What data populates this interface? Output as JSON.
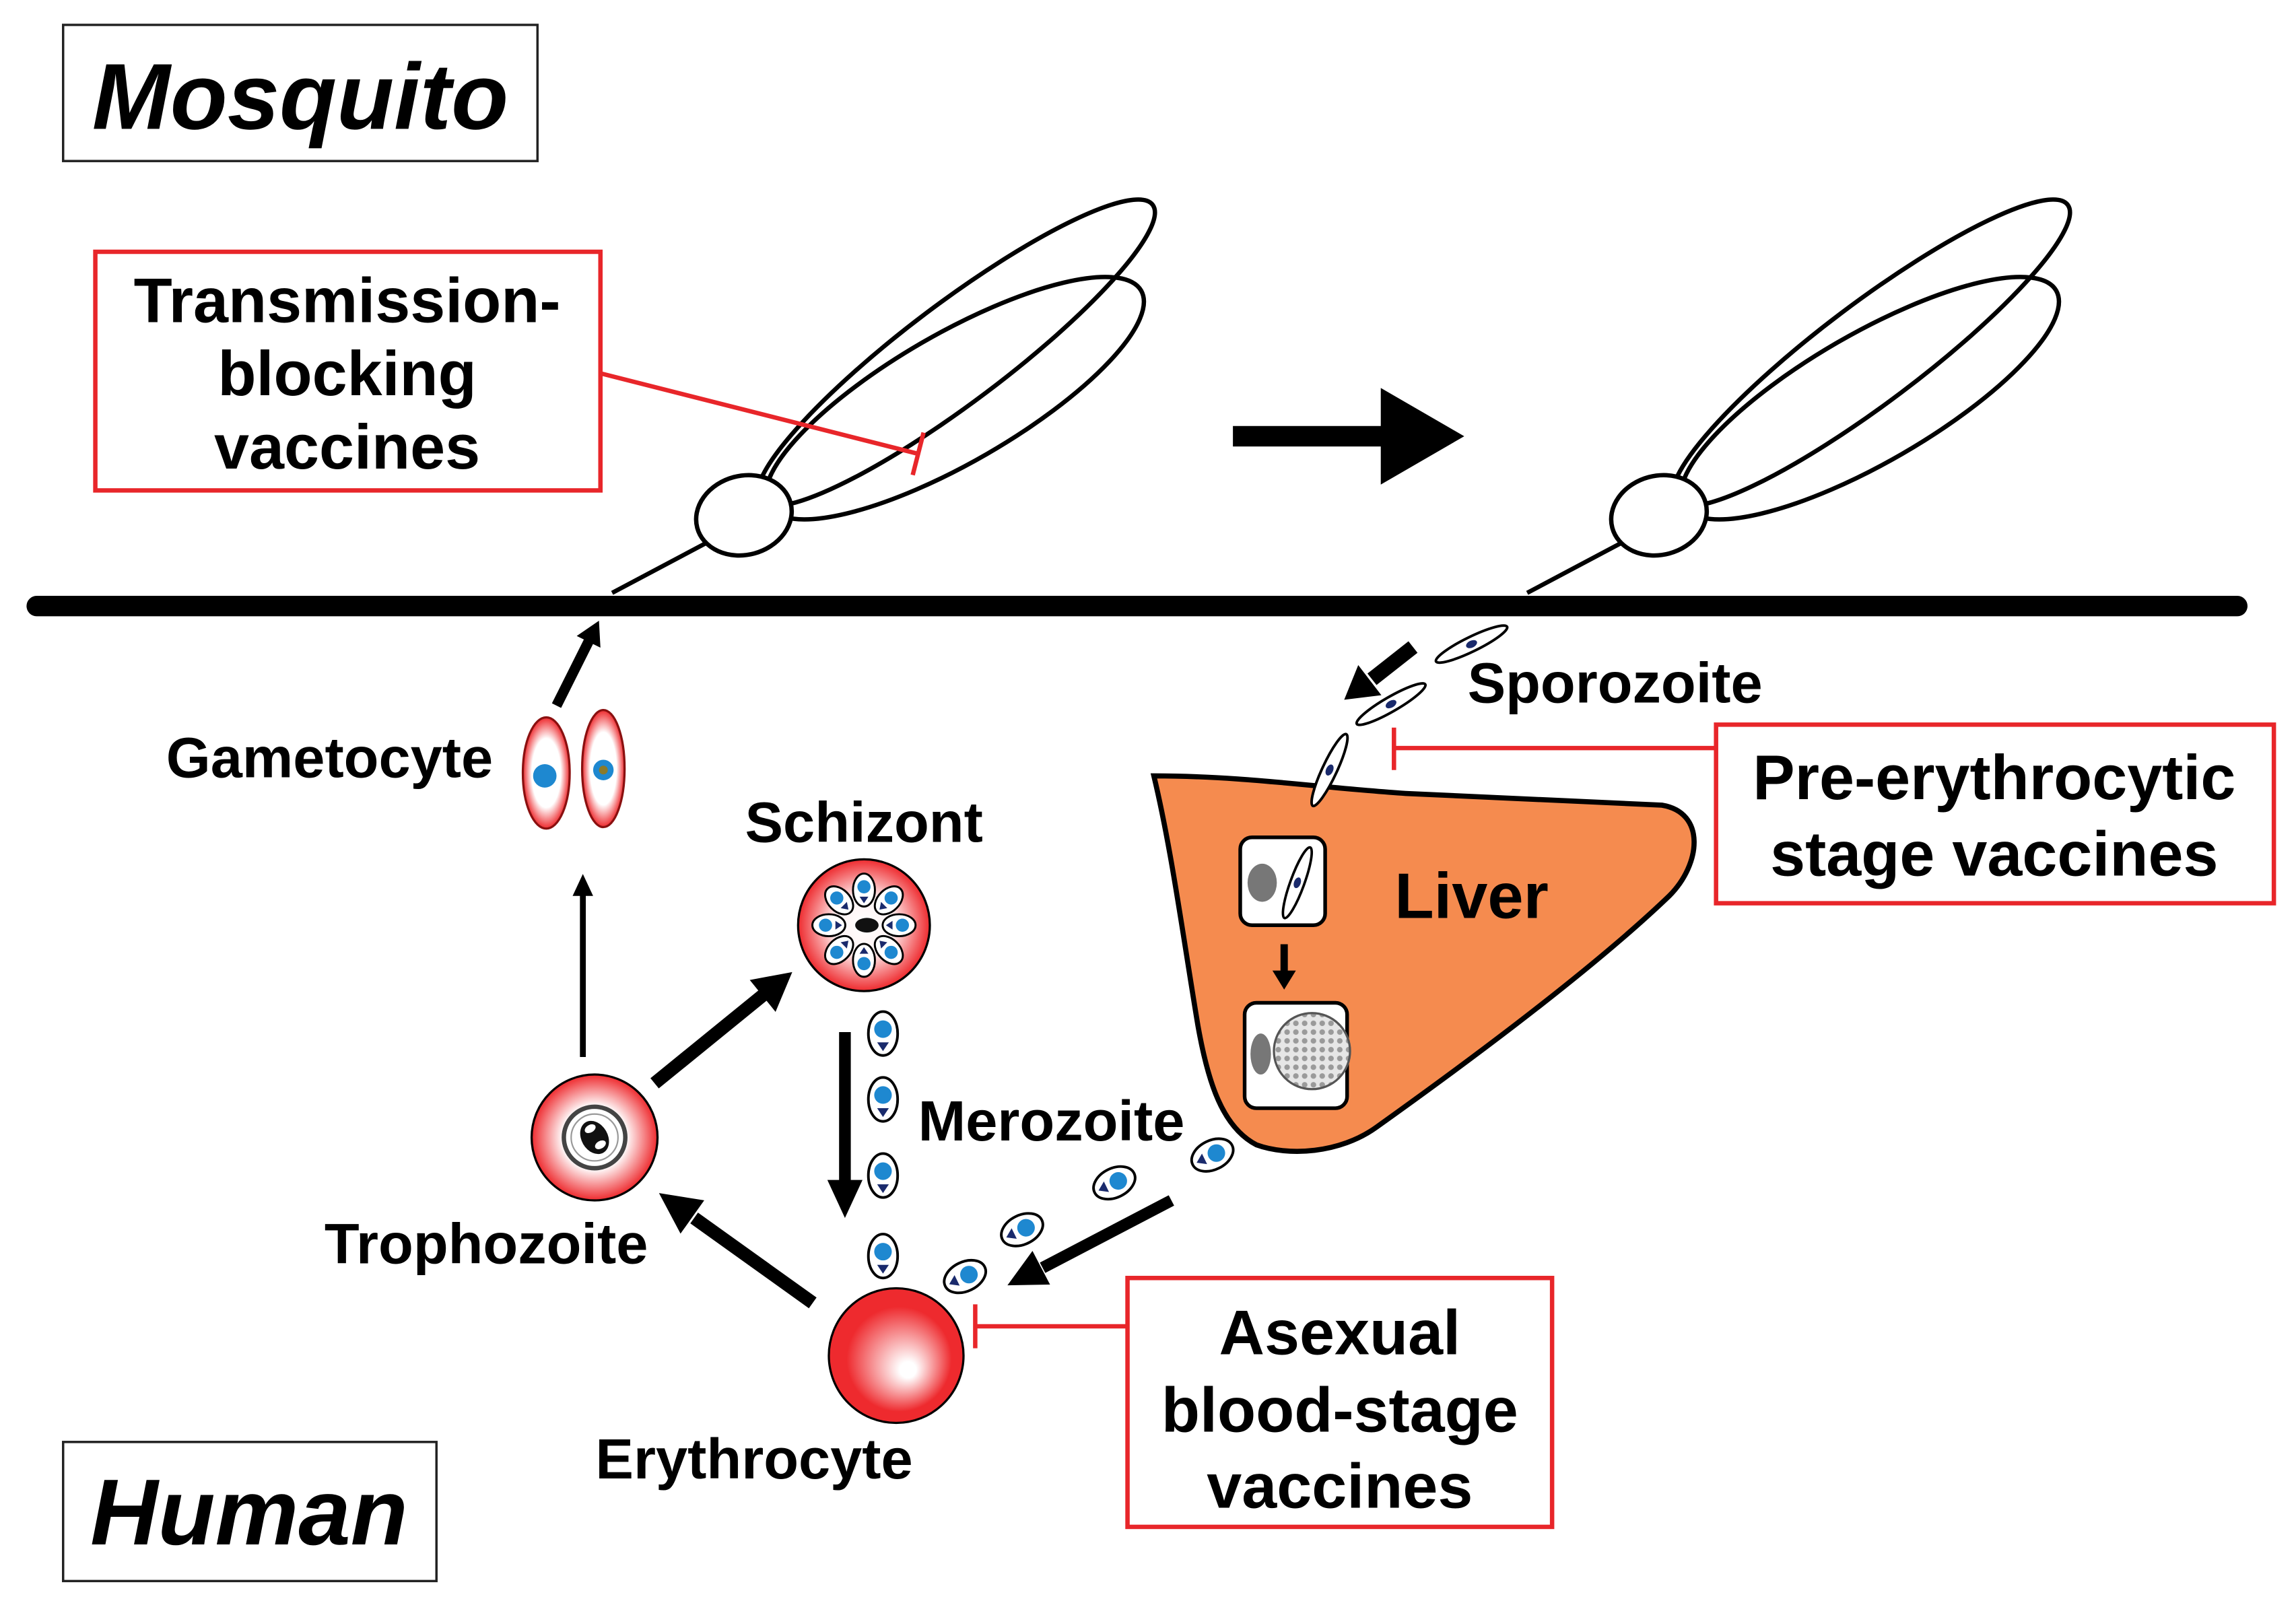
{
  "title_labels": {
    "mosquito": "Mosquito",
    "human": "Human"
  },
  "stages": {
    "sporozoite": "Sporozoite",
    "gametocyte": "Gametocyte",
    "schizont": "Schizont",
    "liver": "Liver",
    "merozoite": "Merozoite",
    "trophozoite": "Trophozoite",
    "erythrocyte": "Erythrocyte"
  },
  "vaccines": {
    "transmission_blocking": [
      "Transmission-",
      "blocking",
      "vaccines"
    ],
    "pre_erythrocytic": [
      "Pre-erythrocytic",
      "stage vaccines"
    ],
    "asexual_blood_stage": [
      "Asexual",
      "blood-stage",
      "vaccines"
    ]
  },
  "colors": {
    "vaccine_red": "#E8262A",
    "liver": "#F58B4F",
    "cell_red": "#EE2A2E",
    "nucleus_blue": "#1E88D0",
    "organelle_navy": "#1A2A6C"
  }
}
